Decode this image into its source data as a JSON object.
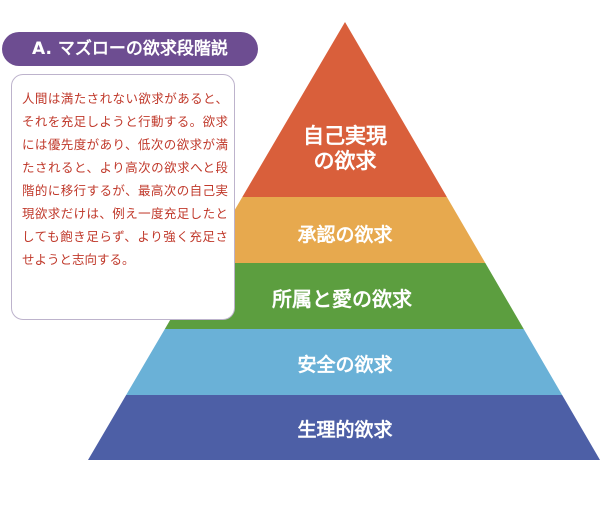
{
  "title": "A. マズローの欲求段階説",
  "description": "人間は満たされない欲求があると、それを充足しようと行動する。欲求には優先度があり、低次の欲求が満たされると、より高次の欲求へと段階的に移行するが、最高次の自己実現欲求だけは、例え一度充足したとしても飽き足らず、より強く充足させようと志向する。",
  "levels": [
    {
      "label_lines": [
        "自己実現",
        "の欲求"
      ],
      "color": "#d95f3b"
    },
    {
      "label_lines": [
        "承認の欲求"
      ],
      "color": "#e7a94e"
    },
    {
      "label_lines": [
        "所属と愛の欲求"
      ],
      "color": "#5c9e3f"
    },
    {
      "label_lines": [
        "安全の欲求"
      ],
      "color": "#6ab1d7"
    },
    {
      "label_lines": [
        "生理的欲求"
      ],
      "color": "#4d5fa6"
    }
  ]
}
